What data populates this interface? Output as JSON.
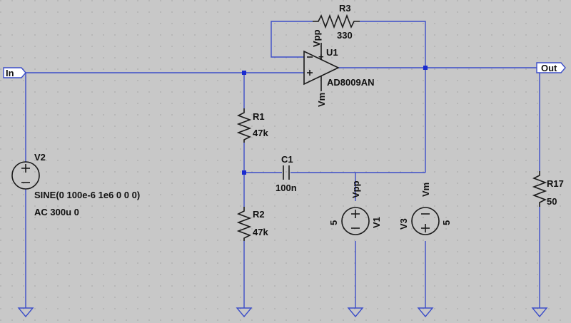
{
  "ports": {
    "in": "In",
    "out": "Out"
  },
  "components": {
    "R1": {
      "ref": "R1",
      "value": "47k"
    },
    "R2": {
      "ref": "R2",
      "value": "47k"
    },
    "R3": {
      "ref": "R3",
      "value": "330"
    },
    "R17": {
      "ref": "R17",
      "value": "50"
    },
    "C1": {
      "ref": "C1",
      "value": "100n"
    },
    "U1": {
      "ref": "U1",
      "model": "AD8009AN",
      "pin_plus": "Vpp",
      "pin_minus": "Vm"
    },
    "V1": {
      "ref": "V1",
      "value": "5",
      "net": "Vpp"
    },
    "V2": {
      "ref": "V2",
      "line1": "SINE(0 100e-6 1e6 0 0 0)",
      "line2": "AC 300u 0"
    },
    "V3": {
      "ref": "V3",
      "value": "5",
      "net": "Vm"
    }
  },
  "colors": {
    "background": "#c8c8c8",
    "wire": "#3c4ec8",
    "component": "#1a1a1a",
    "junction": "#1a2bd0"
  }
}
